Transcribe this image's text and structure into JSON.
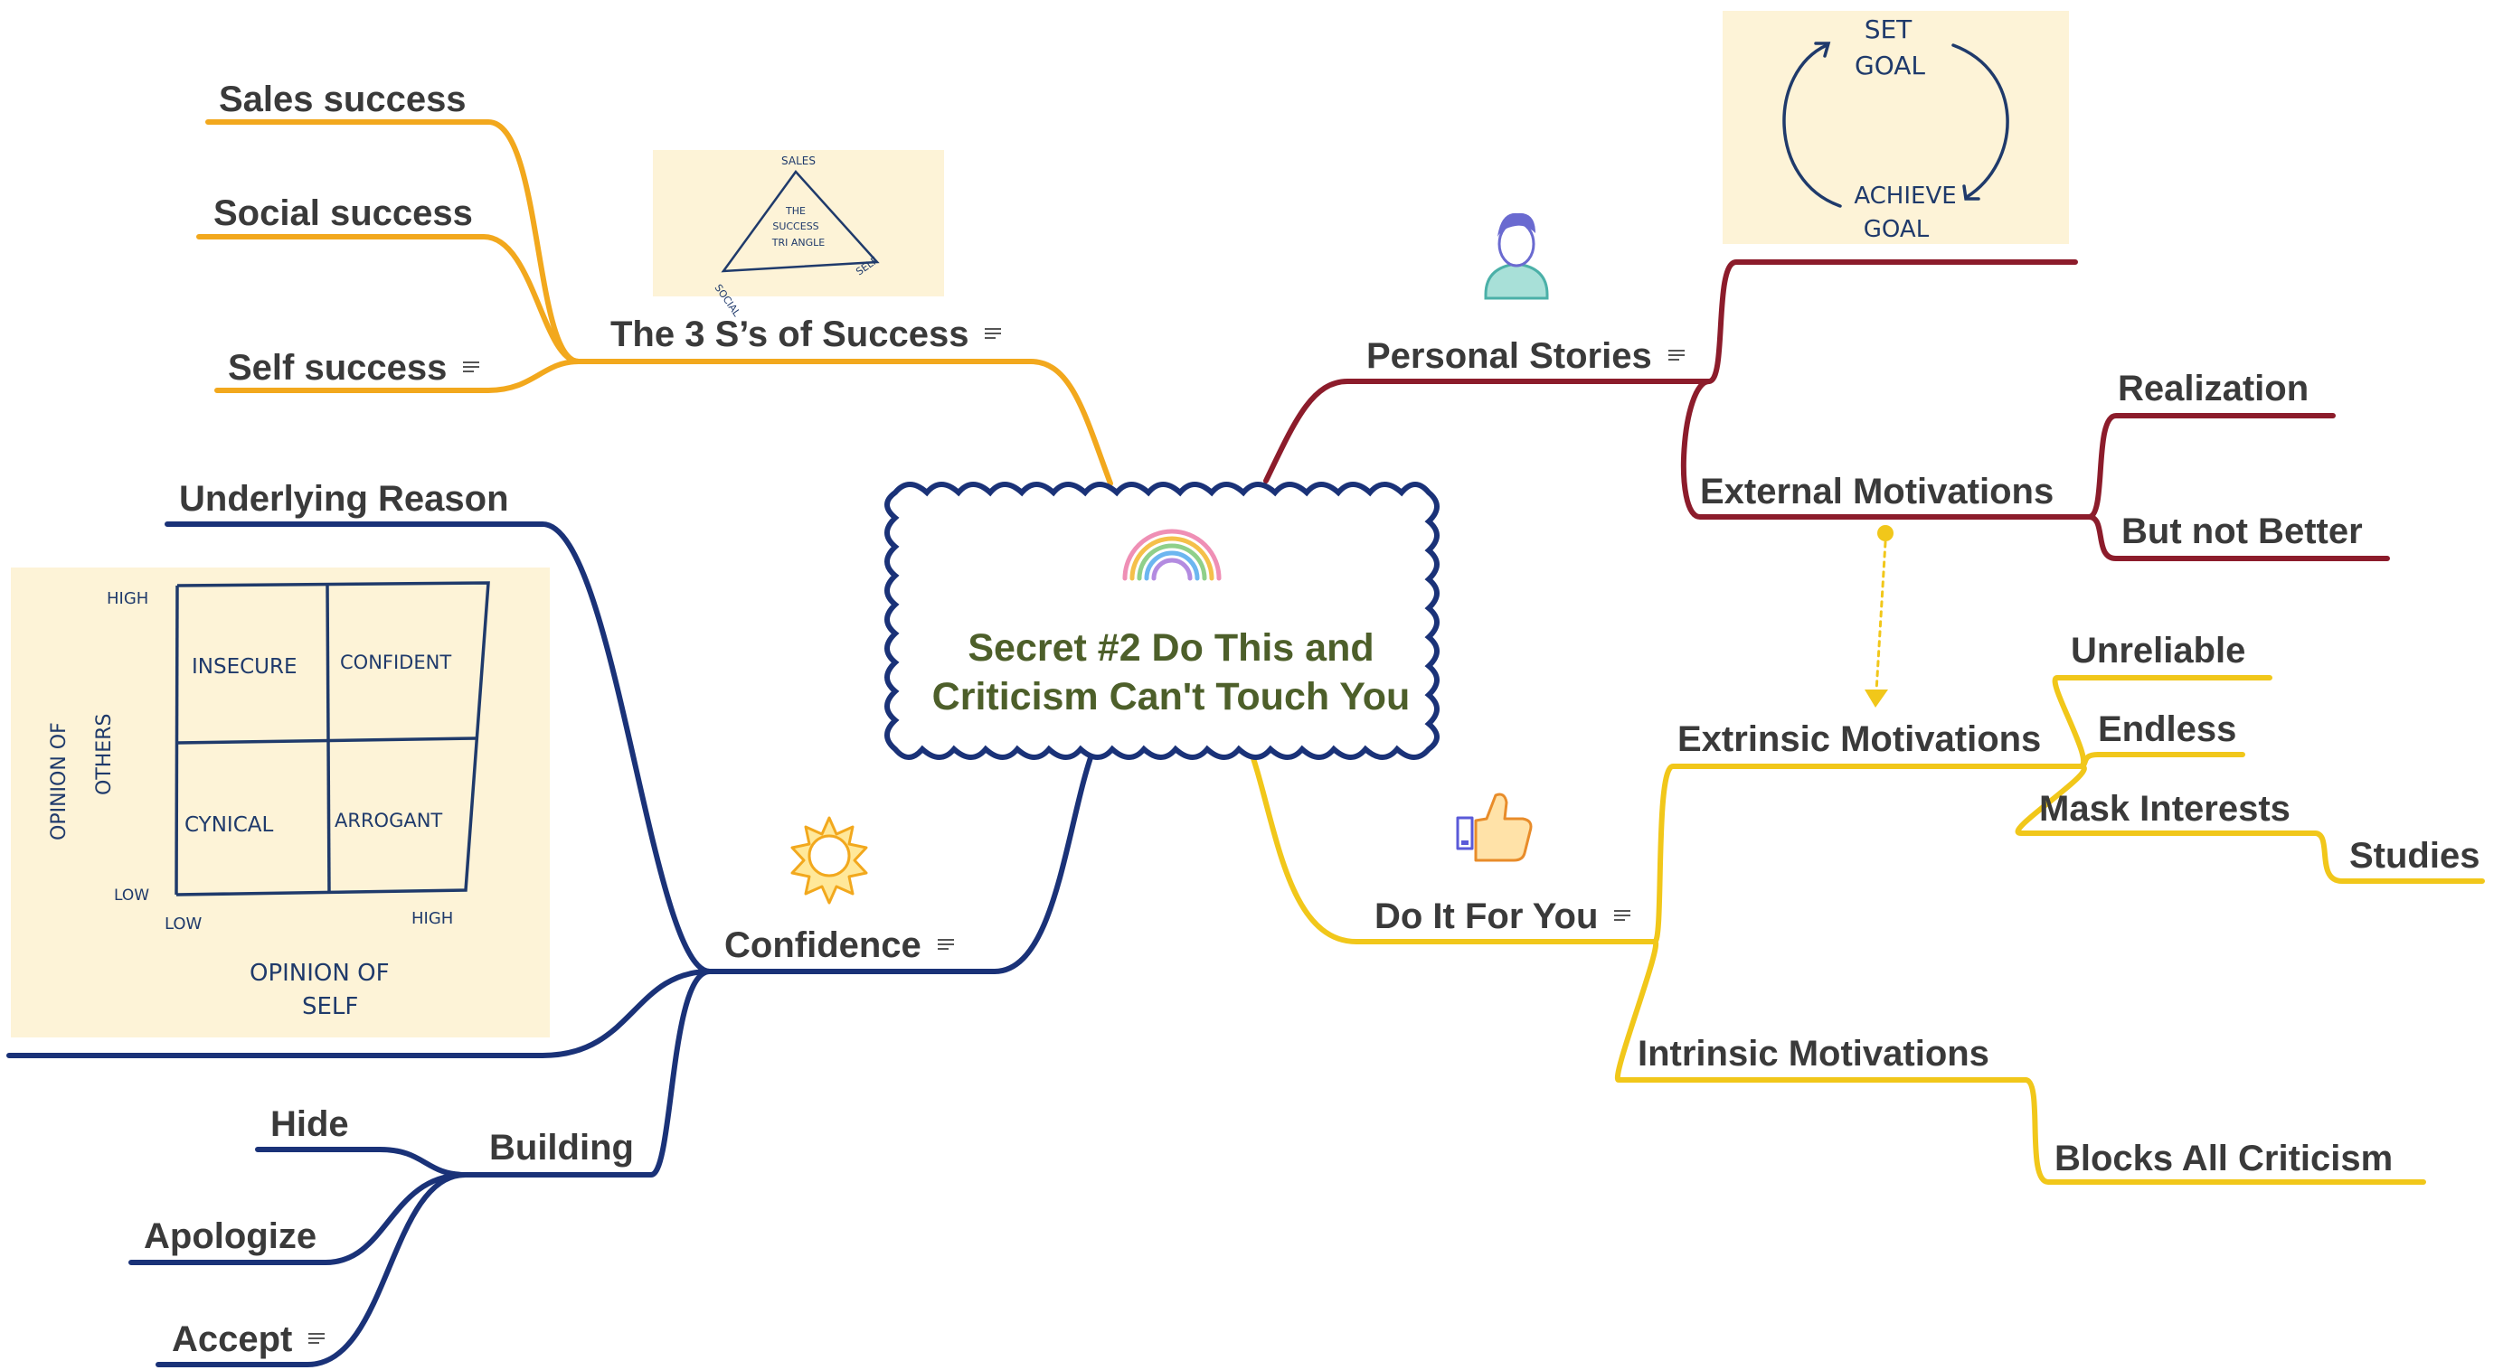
{
  "center": {
    "title_line1": "Secret #2 Do This and",
    "title_line2": "Criticism Can't Touch You",
    "icon": "rainbow-icon"
  },
  "colors": {
    "orange": "#f2a81d",
    "red": "#8c1c2b",
    "navy": "#1a3278",
    "yellow": "#f1c71a",
    "center_text": "#4d5f2a",
    "label": "#3a3a3a"
  },
  "branches": {
    "three_s": {
      "label": "The 3 S’s of Success",
      "children": [
        "Sales success",
        "Social success",
        "Self success"
      ],
      "sketch": {
        "sales": "SALES",
        "the": "THE",
        "success": "SUCCESS",
        "triangle": "TRI ANGLE",
        "social": "SOCIAL",
        "self": "SELF"
      }
    },
    "personal": {
      "label": "Personal Stories",
      "icon": "person-icon",
      "sketch": {
        "set": "SET",
        "goal1": "GOAL",
        "achieve": "ACHIEVE",
        "goal2": "GOAL"
      },
      "external": {
        "label": "External Motivations",
        "children": [
          "Realization",
          "But not Better"
        ]
      }
    },
    "confidence": {
      "label": "Confidence",
      "icon": "sun-icon",
      "underlying": "Underlying Reason",
      "sketch": {
        "high_top": "HIGH",
        "low_left": "LOW",
        "low_bottom": "LOW",
        "high_right": "HIGH",
        "insecure": "INSECURE",
        "confident": "CONFIDENT",
        "cynical": "CYNICAL",
        "arrogant": "ARROGANT",
        "axis_y1": "OPINION OF",
        "axis_y2": "OTHERS",
        "axis_x1": "OPINION OF",
        "axis_x2": "SELF"
      },
      "building": {
        "label": "Building",
        "children": [
          "Hide",
          "Apologize",
          "Accept"
        ]
      }
    },
    "do_it": {
      "label": "Do It For You",
      "icon": "thumbs-up-icon",
      "extrinsic": {
        "label": "Extrinsic Motivations",
        "children": [
          "Unreliable",
          "Endless",
          "Mask Interests"
        ],
        "grandchild": "Studies"
      },
      "intrinsic": {
        "label": "Intrinsic Motivations",
        "child": "Blocks All Criticism"
      }
    }
  }
}
